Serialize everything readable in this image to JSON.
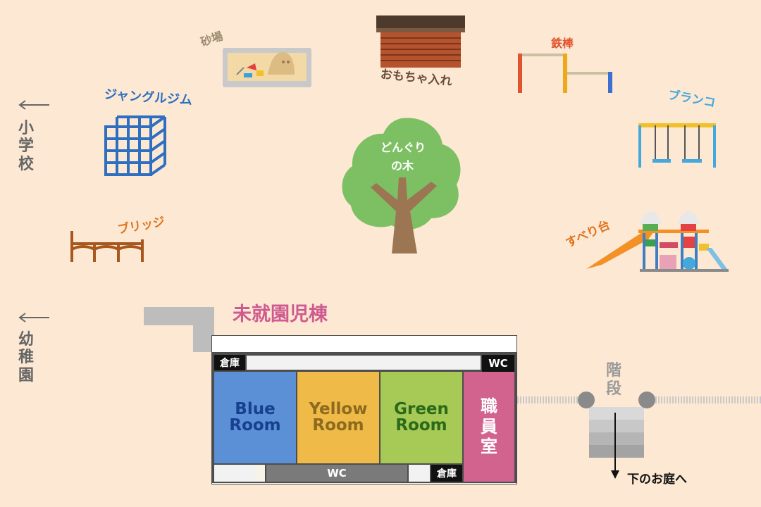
{
  "labels": {
    "sandbox": "砂場",
    "toy_storage": "おもちゃ入れ",
    "iron_bar": "鉄棒",
    "jungle_gym": "ジャングルジム",
    "swing": "ブランコ",
    "acorn_tree_line1": "どんぐり",
    "acorn_tree_line2": "の木",
    "bridge": "ブリッジ",
    "slide": "すべり台",
    "building_title": "未就園児棟",
    "stairs": [
      "階",
      "段"
    ],
    "to_lower_garden": "下のお庭へ"
  },
  "directions": {
    "elementary_school": [
      "小",
      "学",
      "校"
    ],
    "kindergarten": [
      "幼",
      "稚",
      "園"
    ]
  },
  "rooms": {
    "blue": [
      "Blue",
      "Room"
    ],
    "yellow": [
      "Yellow",
      "Room"
    ],
    "green": [
      "Green",
      "Room"
    ],
    "staff": [
      "職",
      "員",
      "室"
    ],
    "storage_top": "倉庫",
    "storage_bottom": "倉庫",
    "wc_top": "WC",
    "wc_bottom": "WC"
  },
  "colors": {
    "background": "#fde9d3",
    "blue_room": "#5b8fd6",
    "yellow_room": "#efba47",
    "green_room": "#a7c956",
    "staff_room": "#d2628e",
    "building_title": "#cf5a8f",
    "jungle_gym": "#2e6fbf",
    "swing": "#45a8dc",
    "bridge_slide": "#e0731d",
    "iron_bar": "#e0542f",
    "tree": "#7dc063",
    "trunk": "#9c7652"
  }
}
